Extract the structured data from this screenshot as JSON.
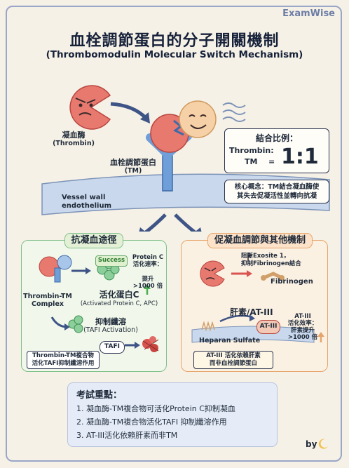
{
  "brand": "ExamWise",
  "title": "血栓調節蛋白的分子開關機制",
  "subtitle": "(Thrombomodulin Molecular Switch Mechanism)",
  "thrombin": {
    "zh": "凝血酶",
    "en": "(Thrombin)"
  },
  "tm": {
    "zh": "血栓調節蛋白",
    "en": "(TM)"
  },
  "vessel": {
    "line1": "Vessel wall",
    "line2": "endothelium"
  },
  "ratio": {
    "title": "結合比例：",
    "thrombin": "Thrombin:",
    "tm": "TM",
    "eq": "=",
    "value": "1:1"
  },
  "core": {
    "line1": "核心概念：TM結合凝血酶使",
    "line2": "其失去促凝活性並轉向抗凝"
  },
  "left": {
    "header": "抗凝血途徑",
    "complex": {
      "line1": "Thrombin-TM",
      "line2": "Complex"
    },
    "success": "Success",
    "proteinc": {
      "line1": "Protein C",
      "line2": "活化速率：",
      "line3": "提升",
      "line4": ">1000 倍"
    },
    "apc": {
      "zh": "活化蛋白C",
      "en": "(Activated Protein C, APC)"
    },
    "tafi_title": {
      "zh": "抑制纖溶",
      "en": "(TAFI Activation)"
    },
    "tafi": "TAFI",
    "note": {
      "line1": "Thrombin-TM複合物",
      "line2": "活化TAFI抑制纖溶作用"
    }
  },
  "right": {
    "header": "促凝血調節與其他機制",
    "exosite": {
      "line1": "阻斷Exosite 1，",
      "line2": "抑制Fibrinogen結合"
    },
    "fibrinogen": "Fibrinogen",
    "heparin_title": "肝素/AT-III",
    "at3": "AT-III",
    "at3_rate": {
      "line1": "AT-III",
      "line2": "活化效率：",
      "line3": "肝素提升",
      "line4": ">1000 倍"
    },
    "heparan": "Heparan Sulfate",
    "warn": {
      "line1": "AT-III 活化依賴肝素",
      "line2": "而非血栓調節蛋白"
    }
  },
  "keypoints": {
    "title": "考試重點：",
    "items": [
      "1. 凝血酶-TM複合物可活化Protein C抑制凝血",
      "2. 凝血酶-TM複合物活化TAFI 抑制纖溶作用",
      "3. AT-III活化依賴肝素而非TM"
    ]
  },
  "byline": "by"
}
